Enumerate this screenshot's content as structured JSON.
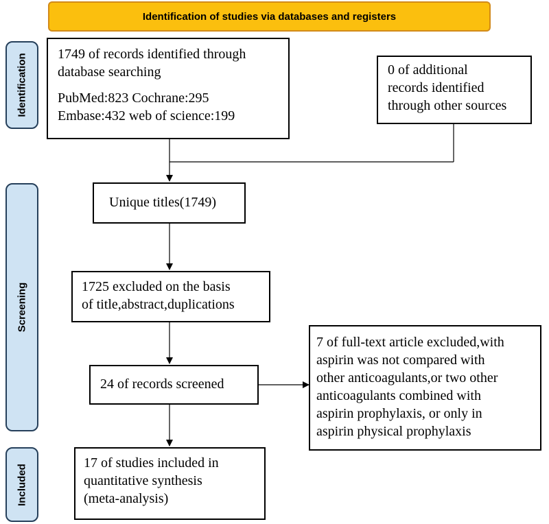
{
  "header": {
    "title": "Identification of studies via databases and registers"
  },
  "stages": {
    "identification": "Identification",
    "screening": "Screening",
    "included": "Included"
  },
  "boxes": {
    "records_identified": {
      "line1": "1749 of records identified through",
      "line2": "database searching",
      "line3": "PubMed:823 Cochrane:295",
      "line4": "Embase:432 web of science:199"
    },
    "additional_records": {
      "line1": "0 of additional",
      "line2": "records identified",
      "line3": "through other sources"
    },
    "unique_titles": {
      "line1": "Unique titles(1749)"
    },
    "excluded_title": {
      "line1": "1725 excluded on the basis",
      "line2": "of title,abstract,duplications"
    },
    "records_screened": {
      "line1": "24 of records screened"
    },
    "fulltext_excluded": {
      "line1": "7 of full-text article excluded,with",
      "line2": "aspirin was not compared with",
      "line3": "other anticoagulants,or two other",
      "line4": "anticoagulants combined with",
      "line5": "aspirin prophylaxis, or only in",
      "line6": "aspirin physical prophylaxis"
    },
    "studies_included": {
      "line1": "17 of studies included in",
      "line2": "quantitative synthesis",
      "line3": "(meta-analysis)"
    }
  }
}
